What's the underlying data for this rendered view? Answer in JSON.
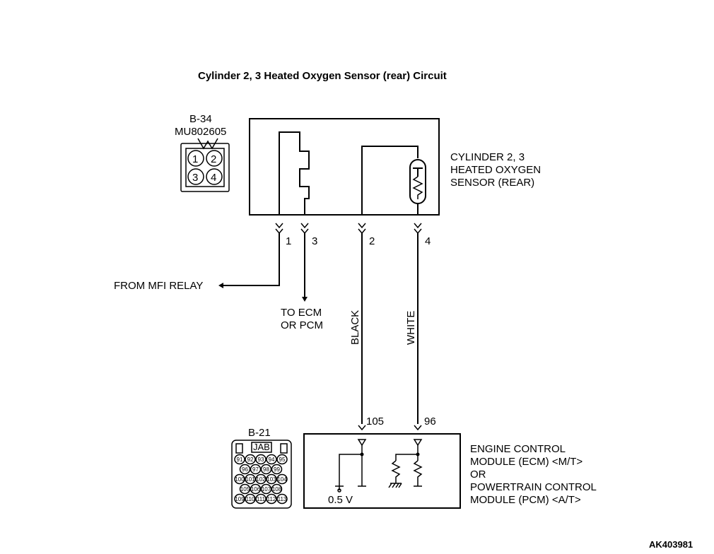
{
  "title": "Cylinder 2, 3 Heated Oxygen Sensor (rear) Circuit",
  "connector_top": {
    "id": "B-34",
    "part": "MU802605",
    "pins": [
      "1",
      "2",
      "3",
      "4"
    ]
  },
  "sensor": {
    "line1": "CYLINDER 2, 3",
    "line2": "HEATED OXYGEN",
    "line3": "SENSOR (REAR)"
  },
  "pins": {
    "p1": "1",
    "p3": "3",
    "p2": "2",
    "p4": "4"
  },
  "relay_label": "FROM MFI RELAY",
  "to_ecm": {
    "line1": "TO ECM",
    "line2": "OR PCM"
  },
  "wires": {
    "black": "BLACK",
    "white": "WHITE"
  },
  "ecm_pins": {
    "left": "105",
    "right": "96"
  },
  "connector_bottom": {
    "id": "B-21",
    "tag": "JAB",
    "rows": [
      [
        "91",
        "92",
        "93",
        "94",
        "95"
      ],
      [
        "96",
        "97",
        "98",
        "99"
      ],
      [
        "100",
        "101",
        "102",
        "103",
        "104"
      ],
      [
        "105",
        "106",
        "107",
        "108"
      ],
      [
        "109",
        "110",
        "111",
        "112",
        "113"
      ]
    ]
  },
  "ecm": {
    "line1": "ENGINE CONTROL",
    "line2": "MODULE (ECM) <M/T>",
    "line3": "OR",
    "line4": "POWERTRAIN CONTROL",
    "line5": "MODULE (PCM) <A/T>"
  },
  "voltage": "0.5 V",
  "figure_code": "AK403981"
}
